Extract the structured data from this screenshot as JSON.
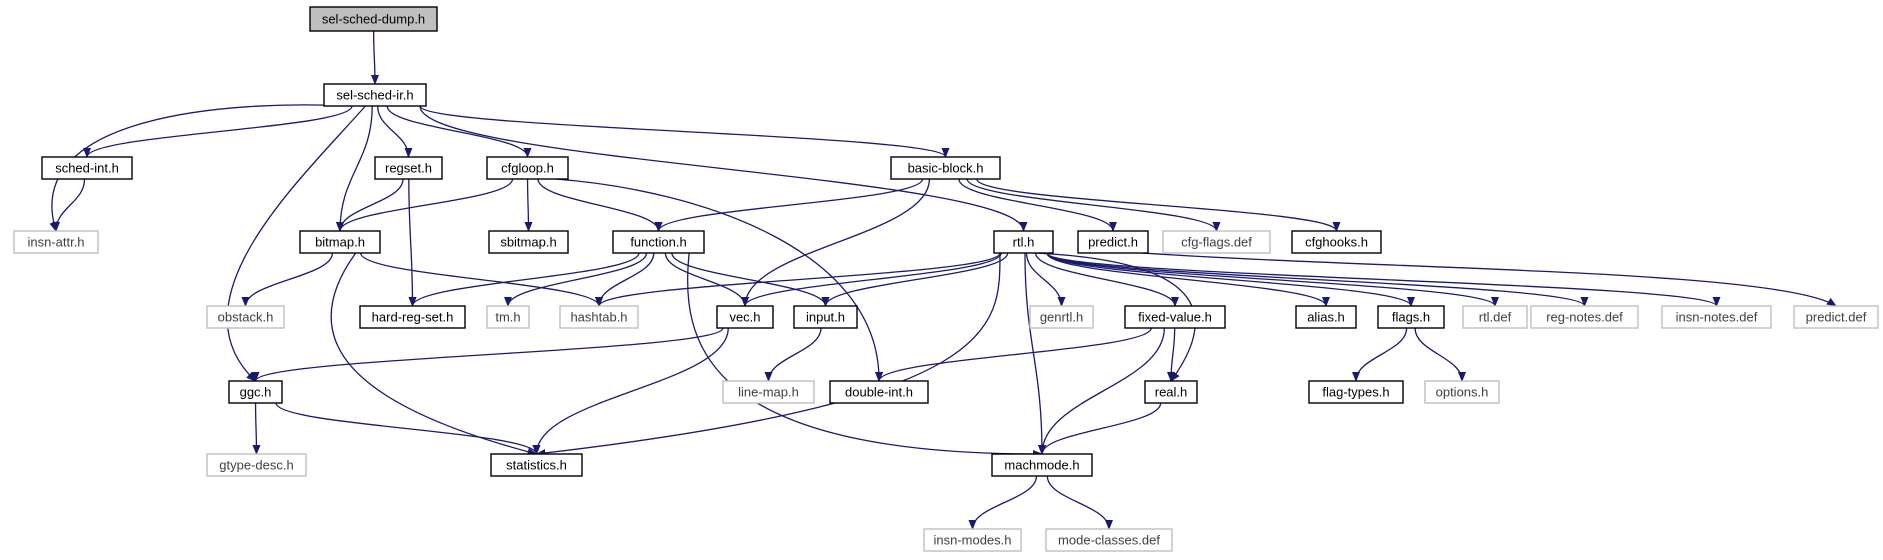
{
  "colors": {
    "edge": "#191970",
    "root_fill": "#bfbfbf",
    "documented_border": "#000000",
    "external_border": "#bfbfbf",
    "external_text": "#404040",
    "text": "#000000"
  },
  "nodes": [
    {
      "id": "sel_sched_dump",
      "label": "sel-sched-dump.h",
      "kind": "root"
    },
    {
      "id": "sel_sched_ir",
      "label": "sel-sched-ir.h",
      "kind": "documented"
    },
    {
      "id": "sched_int",
      "label": "sched-int.h",
      "kind": "documented"
    },
    {
      "id": "insn_attr",
      "label": "insn-attr.h",
      "kind": "external"
    },
    {
      "id": "regset",
      "label": "regset.h",
      "kind": "documented"
    },
    {
      "id": "cfgloop",
      "label": "cfgloop.h",
      "kind": "documented"
    },
    {
      "id": "basic_block",
      "label": "basic-block.h",
      "kind": "documented"
    },
    {
      "id": "bitmap",
      "label": "bitmap.h",
      "kind": "documented"
    },
    {
      "id": "sbitmap",
      "label": "sbitmap.h",
      "kind": "documented"
    },
    {
      "id": "function",
      "label": "function.h",
      "kind": "documented"
    },
    {
      "id": "rtl",
      "label": "rtl.h",
      "kind": "documented"
    },
    {
      "id": "predict",
      "label": "predict.h",
      "kind": "documented"
    },
    {
      "id": "cfg_flags",
      "label": "cfg-flags.def",
      "kind": "external"
    },
    {
      "id": "cfghooks",
      "label": "cfghooks.h",
      "kind": "documented"
    },
    {
      "id": "obstack",
      "label": "obstack.h",
      "kind": "external"
    },
    {
      "id": "hard_reg_set",
      "label": "hard-reg-set.h",
      "kind": "documented"
    },
    {
      "id": "tm",
      "label": "tm.h",
      "kind": "external"
    },
    {
      "id": "hashtab",
      "label": "hashtab.h",
      "kind": "external"
    },
    {
      "id": "vec",
      "label": "vec.h",
      "kind": "documented"
    },
    {
      "id": "input",
      "label": "input.h",
      "kind": "documented"
    },
    {
      "id": "genrtl",
      "label": "genrtl.h",
      "kind": "external"
    },
    {
      "id": "fixed_value",
      "label": "fixed-value.h",
      "kind": "documented"
    },
    {
      "id": "alias",
      "label": "alias.h",
      "kind": "documented"
    },
    {
      "id": "flags",
      "label": "flags.h",
      "kind": "documented"
    },
    {
      "id": "rtl_def",
      "label": "rtl.def",
      "kind": "external"
    },
    {
      "id": "reg_notes",
      "label": "reg-notes.def",
      "kind": "external"
    },
    {
      "id": "insn_notes",
      "label": "insn-notes.def",
      "kind": "external"
    },
    {
      "id": "predict_def",
      "label": "predict.def",
      "kind": "external"
    },
    {
      "id": "ggc",
      "label": "ggc.h",
      "kind": "documented"
    },
    {
      "id": "line_map",
      "label": "line-map.h",
      "kind": "external"
    },
    {
      "id": "double_int",
      "label": "double-int.h",
      "kind": "documented"
    },
    {
      "id": "real",
      "label": "real.h",
      "kind": "documented"
    },
    {
      "id": "flag_types",
      "label": "flag-types.h",
      "kind": "documented"
    },
    {
      "id": "options",
      "label": "options.h",
      "kind": "external"
    },
    {
      "id": "gtype_desc",
      "label": "gtype-desc.h",
      "kind": "external"
    },
    {
      "id": "statistics",
      "label": "statistics.h",
      "kind": "documented"
    },
    {
      "id": "machmode",
      "label": "machmode.h",
      "kind": "documented"
    },
    {
      "id": "insn_modes",
      "label": "insn-modes.h",
      "kind": "external"
    },
    {
      "id": "mode_classes",
      "label": "mode-classes.def",
      "kind": "external"
    }
  ],
  "edges": [
    [
      "sel_sched_dump",
      "sel_sched_ir"
    ],
    [
      "sel_sched_ir",
      "insn_attr"
    ],
    [
      "sel_sched_ir",
      "sched_int"
    ],
    [
      "sel_sched_ir",
      "ggc"
    ],
    [
      "sel_sched_ir",
      "bitmap"
    ],
    [
      "sel_sched_ir",
      "regset"
    ],
    [
      "sel_sched_ir",
      "cfgloop"
    ],
    [
      "sel_sched_ir",
      "rtl"
    ],
    [
      "sel_sched_ir",
      "basic_block"
    ],
    [
      "sched_int",
      "insn_attr"
    ],
    [
      "regset",
      "bitmap"
    ],
    [
      "regset",
      "hard_reg_set"
    ],
    [
      "cfgloop",
      "bitmap"
    ],
    [
      "cfgloop",
      "sbitmap"
    ],
    [
      "cfgloop",
      "function"
    ],
    [
      "cfgloop",
      "double_int"
    ],
    [
      "basic_block",
      "function"
    ],
    [
      "basic_block",
      "vec"
    ],
    [
      "basic_block",
      "predict"
    ],
    [
      "basic_block",
      "cfg_flags"
    ],
    [
      "basic_block",
      "cfghooks"
    ],
    [
      "bitmap",
      "obstack"
    ],
    [
      "bitmap",
      "hashtab"
    ],
    [
      "bitmap",
      "statistics"
    ],
    [
      "function",
      "hard_reg_set"
    ],
    [
      "function",
      "tm"
    ],
    [
      "function",
      "hashtab"
    ],
    [
      "function",
      "vec"
    ],
    [
      "function",
      "input"
    ],
    [
      "function",
      "machmode"
    ],
    [
      "rtl",
      "hashtab"
    ],
    [
      "rtl",
      "vec"
    ],
    [
      "rtl",
      "input"
    ],
    [
      "rtl",
      "statistics"
    ],
    [
      "rtl",
      "genrtl"
    ],
    [
      "rtl",
      "machmode"
    ],
    [
      "rtl",
      "fixed_value"
    ],
    [
      "rtl",
      "real"
    ],
    [
      "rtl",
      "alias"
    ],
    [
      "rtl",
      "flags"
    ],
    [
      "rtl",
      "rtl_def"
    ],
    [
      "rtl",
      "reg_notes"
    ],
    [
      "rtl",
      "insn_notes"
    ],
    [
      "predict",
      "predict_def"
    ],
    [
      "vec",
      "ggc"
    ],
    [
      "vec",
      "statistics"
    ],
    [
      "input",
      "line_map"
    ],
    [
      "fixed_value",
      "double_int"
    ],
    [
      "fixed_value",
      "real"
    ],
    [
      "fixed_value",
      "machmode"
    ],
    [
      "flags",
      "flag_types"
    ],
    [
      "flags",
      "options"
    ],
    [
      "real",
      "machmode"
    ],
    [
      "ggc",
      "gtype_desc"
    ],
    [
      "ggc",
      "statistics"
    ],
    [
      "machmode",
      "insn_modes"
    ],
    [
      "machmode",
      "mode_classes"
    ]
  ]
}
